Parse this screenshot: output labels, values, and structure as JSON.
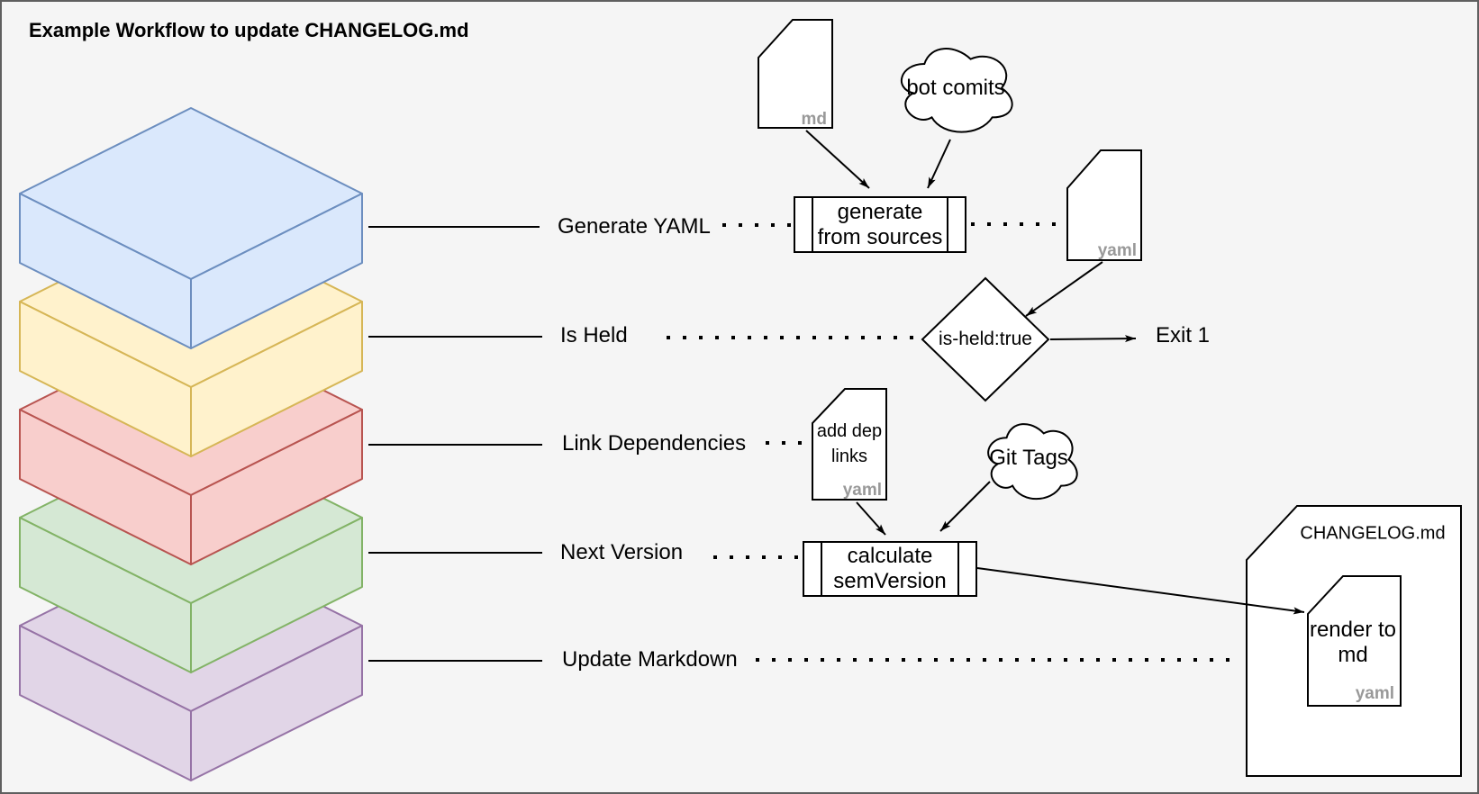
{
  "title": "Example Workflow to update CHANGELOG.md",
  "colors": {
    "background": "#f5f5f5",
    "canvas_border": "#5f5f5f",
    "line": "#000000",
    "shape_fill": "#ffffff",
    "badge_text": "#999999"
  },
  "layers": [
    {
      "label": "Generate YAML",
      "fill": "#dae8fc",
      "stroke": "#6c8ebf"
    },
    {
      "label": "Is Held",
      "fill": "#fff2cc",
      "stroke": "#d6b656"
    },
    {
      "label": "Link Dependencies",
      "fill": "#f8cecc",
      "stroke": "#b85450"
    },
    {
      "label": "Next Version",
      "fill": "#d5e8d4",
      "stroke": "#82b366"
    },
    {
      "label": "Update Markdown",
      "fill": "#e1d5e7",
      "stroke": "#9673a6"
    }
  ],
  "flow": {
    "md_doc": {
      "badge": "md"
    },
    "bot_commits_cloud": {
      "label": "bot comits"
    },
    "generate_process": {
      "line1": "generate",
      "line2": "from sources"
    },
    "yaml_doc": {
      "badge": "yaml"
    },
    "decision": {
      "label": "is-held:true"
    },
    "exit": {
      "label": "Exit 1"
    },
    "add_dep_doc": {
      "line1": "add dep",
      "line2": "links",
      "badge": "yaml"
    },
    "git_tags_cloud": {
      "label": "Git Tags"
    },
    "calculate_process": {
      "line1": "calculate",
      "line2": "semVersion"
    },
    "changelog_doc": {
      "label": "CHANGELOG.md"
    },
    "render_doc": {
      "line1": "render to",
      "line2": "md",
      "badge": "yaml"
    }
  }
}
